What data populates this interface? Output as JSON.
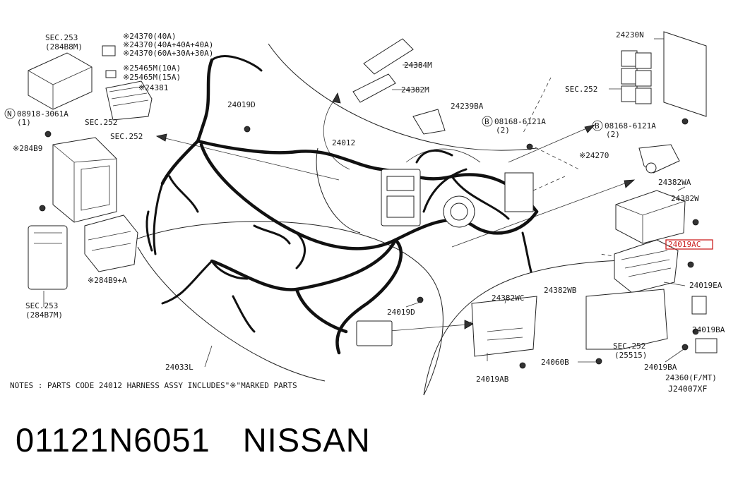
{
  "labels": {
    "sec253_top": "SEC.253",
    "sec253_top_code": "(284B8M)",
    "p24370_a": "※24370(40A)",
    "p24370_b": "※24370(40A+40A+40A)",
    "p24370_c": "※24370(60A+30A+30A)",
    "p25465_a": "※25465M(10A)",
    "p25465_b": "※25465M(15A)",
    "p24381": "※24381",
    "p24384M": "24384M",
    "p24382M": "24382M",
    "p24230N": "24230N",
    "sec252_right": "SEC.252",
    "n08918": "08918-3061A",
    "n08918_qty": "(1)",
    "sec252_a": "SEC.252",
    "sec252_b": "SEC.252",
    "p24019D_top": "24019D",
    "p24239BA": "24239BA",
    "b08168_a": "08168-6121A",
    "b08168_a_qty": "(2)",
    "b08168_b": "08168-6121A",
    "b08168_b_qty": "(2)",
    "p284B9": "※284B9",
    "p24012": "24012",
    "p24270": "※24270",
    "p24382WA": "24382WA",
    "p24382W": "24382W",
    "p24019AC": "24019AC",
    "p284B9A": "※284B9+A",
    "sec253_bot": "SEC.253",
    "sec253_bot_code": "(284B7M)",
    "p24382WC": "24382WC",
    "p24382WB": "24382WB",
    "p24019EA": "24019EA",
    "p24019D_bot": "24019D",
    "p24019BA_a": "24019BA",
    "sec252_c": "SEC.252",
    "sec252_c_code": "(25515)",
    "p24033L": "24033L",
    "p24060B": "24060B",
    "p24019BA_b": "24019BA",
    "p24019AB": "24019AB",
    "p24360": "24360(F/MT)",
    "diagram_code": "J24007XF",
    "circle_N": "N",
    "circle_B1": "B",
    "circle_B2": "B"
  },
  "notes": "NOTES : PARTS CODE 24012 HARNESS ASSY INCLUDES\"※\"MARKED PARTS",
  "footer": {
    "part_number": "01121N6051",
    "brand": "NISSAN"
  },
  "colors": {
    "highlight": "#cc2222",
    "ink": "#111111"
  }
}
